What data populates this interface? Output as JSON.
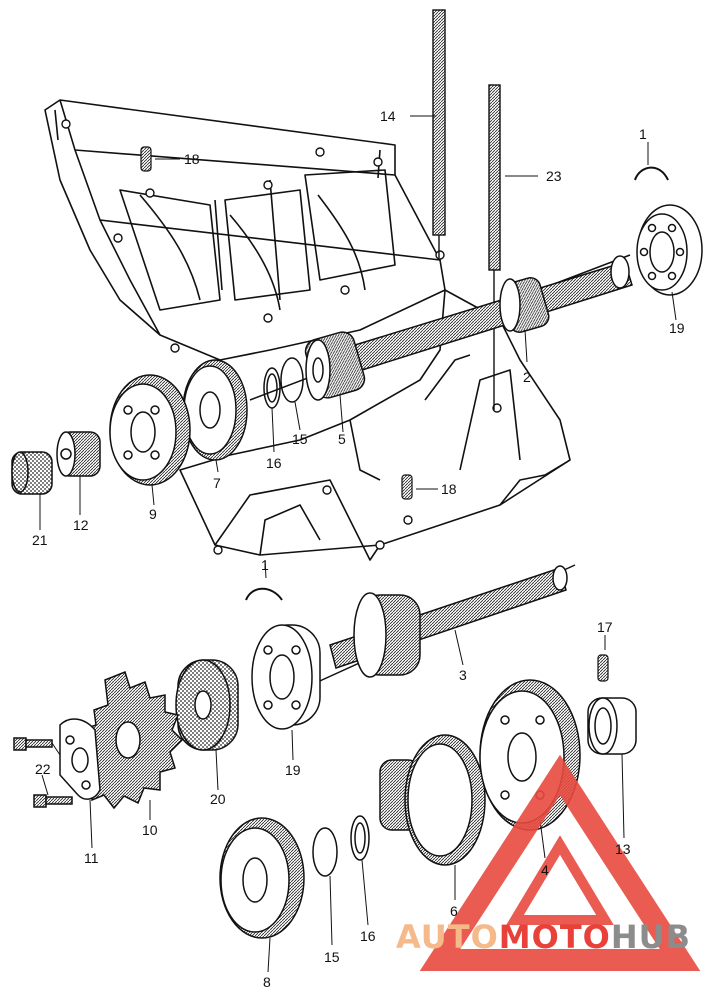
{
  "callouts": {
    "c1_top": "1",
    "c1_mid": "1",
    "c2": "2",
    "c3": "3",
    "c4": "4",
    "c5": "5",
    "c6": "6",
    "c7": "7",
    "c8": "8",
    "c9": "9",
    "c10": "10",
    "c11": "11",
    "c12": "12",
    "c13": "13",
    "c14": "14",
    "c15_upper": "15",
    "c15_lower": "15",
    "c16_upper": "16",
    "c16_lower": "16",
    "c17": "17",
    "c18_top": "18",
    "c18_mid": "18",
    "c19_right": "19",
    "c19_lower": "19",
    "c20": "20",
    "c21": "21",
    "c22": "22",
    "c23": "23"
  },
  "watermark": {
    "part1": "AUTO",
    "part2": "MOTO",
    "part3": "HUB",
    "colors": {
      "auto": "#f5b98a",
      "moto": "#e8413a",
      "hub": "#8c8c8c",
      "triangle": "#e84a3f"
    }
  }
}
